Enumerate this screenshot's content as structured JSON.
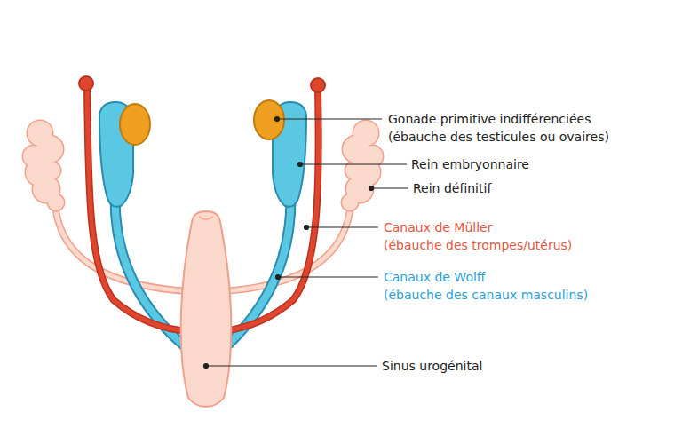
{
  "diagram": {
    "labels": [
      "Gonade primitive indifférenciées (ébauche des testicules ou ovaires)",
      "Rein embryonnaire",
      "Rein définitif",
      "Canaux de Müller (ébauche des trompes/utérus)",
      "Canaux de Wolff (ébauche des canaux masculins)",
      "Sinus urogénital"
    ]
  }
}
